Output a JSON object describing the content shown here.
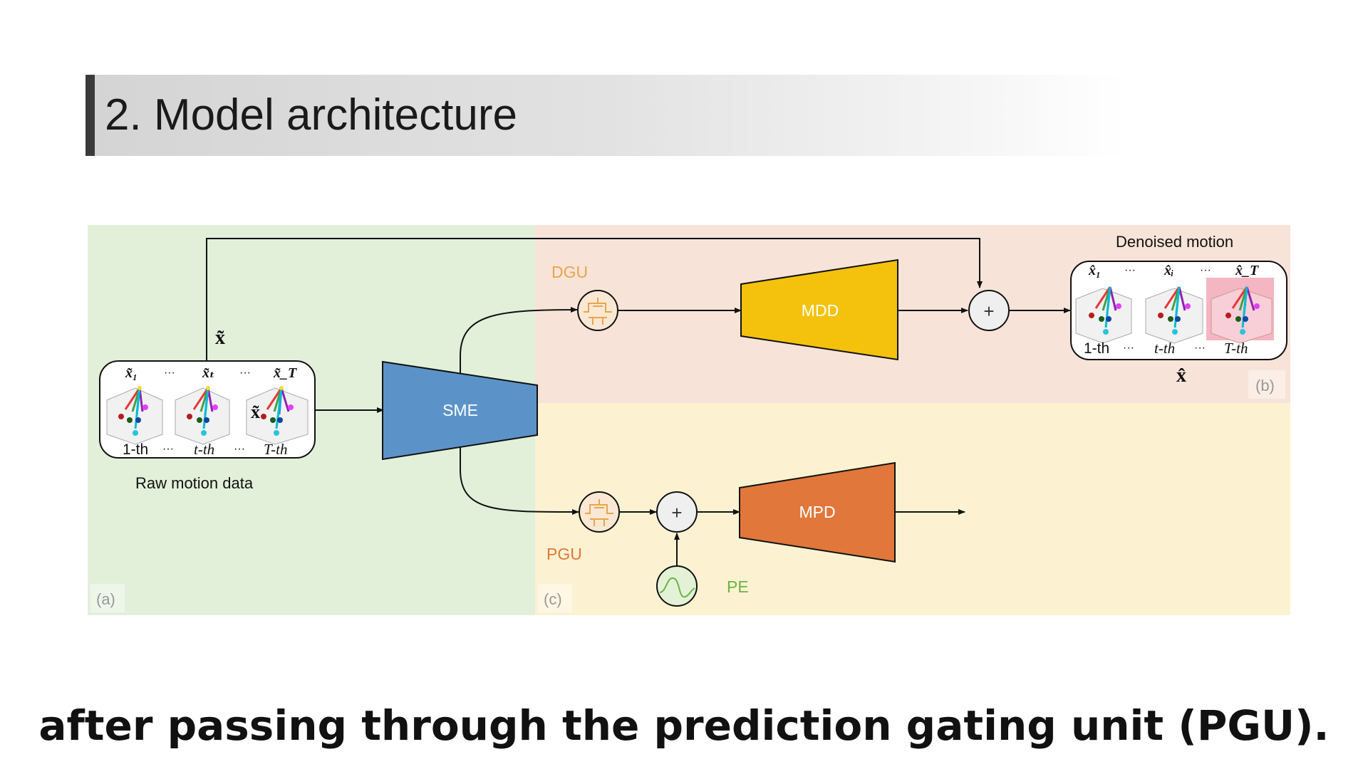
{
  "slide": {
    "title": "2. Model architecture",
    "subtitle": "after passing through the prediction gating unit (PGU)."
  },
  "diagram": {
    "panels": {
      "a": "(a)",
      "b": "(b)",
      "c": "(c)"
    },
    "colors": {
      "panel_a": "#e2f0da",
      "panel_b": "#f8e3d8",
      "panel_c": "#fcf2d1",
      "sme": "#5b93c8",
      "mdd": "#f4c20d",
      "mpd": "#e1773a",
      "gate_orange": "#e8a54b",
      "pe_green": "#6bb344"
    },
    "blocks": {
      "sme": "SME",
      "mdd": "MDD",
      "mpd": "MPD"
    },
    "units": {
      "dgu": "DGU",
      "pgu": "PGU",
      "pe": "PE",
      "plus": "+"
    },
    "raw_motion": {
      "caption": "Raw motion data",
      "symbol": "x̃",
      "frame_symbols": [
        "x̃₁",
        "x̃ₜ",
        "x̃_T"
      ],
      "frame_labels": [
        "1-th",
        "t-th",
        "T-th"
      ],
      "ellipsis": "···"
    },
    "denoised_motion": {
      "caption": "Denoised motion",
      "symbol": "x̂",
      "frame_symbols": [
        "x̂₁",
        "x̂ᵢ",
        "x̂_T"
      ],
      "frame_labels": [
        "1-th",
        "t-th",
        "T-th"
      ],
      "ellipsis": "···"
    }
  }
}
